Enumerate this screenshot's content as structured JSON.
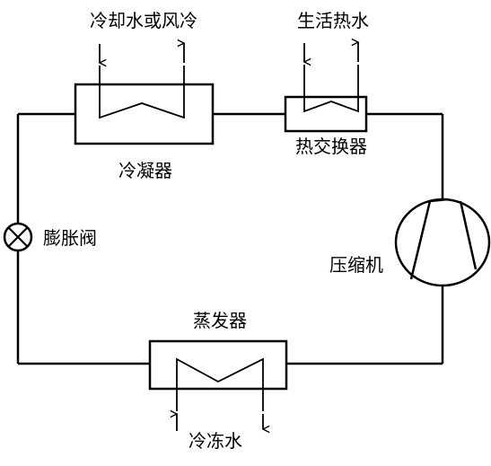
{
  "labels": {
    "condenser_flow": "冷却水或风冷",
    "hot_water_flow": "生活热水",
    "condenser": "冷凝器",
    "heat_exchanger": "热交换器",
    "expansion_valve": "膨胀阀",
    "compressor": "压缩机",
    "evaporator": "蒸发器",
    "chilled_water": "冷冻水"
  }
}
